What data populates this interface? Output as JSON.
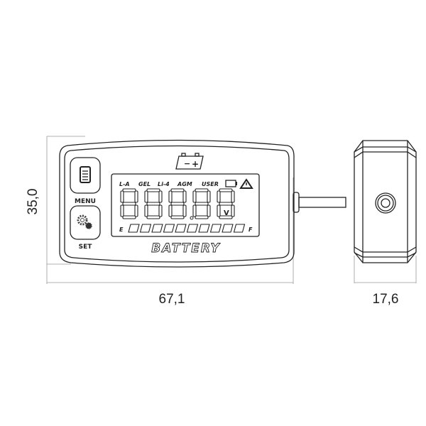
{
  "dimensions": {
    "height": "35,0",
    "width": "67,1",
    "depth": "17,6"
  },
  "buttons": {
    "menu": "MENU",
    "set": "SET"
  },
  "lcd": {
    "modes": [
      "L-A",
      "GEL",
      "Li-4",
      "AGM",
      "USER"
    ],
    "unit": "V",
    "gauge_empty": "E",
    "gauge_full": "F",
    "battery_minus": "−",
    "battery_plus": "+",
    "bar_segments": 10,
    "digits": 5
  },
  "brand_label": "BATTERY"
}
